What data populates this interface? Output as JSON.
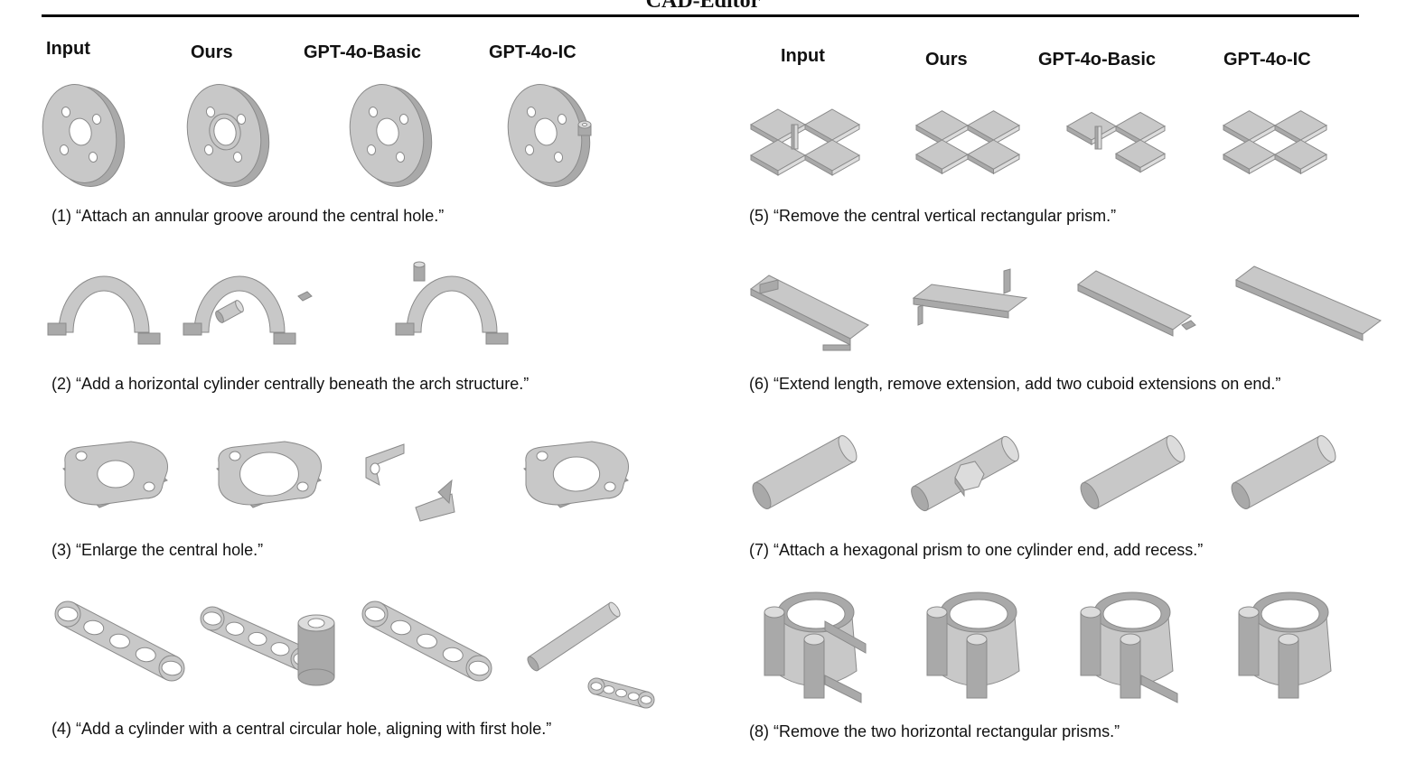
{
  "title": "CAD-Editor",
  "columns": [
    "Input",
    "Ours",
    "GPT-4o-Basic",
    "GPT-4o-IC"
  ],
  "colors": {
    "face": "#c8c8c8",
    "face_light": "#dcdcdc",
    "face_dark": "#a9a9a9",
    "edge": "#8a8a8a",
    "hole": "#ffffff"
  },
  "examples": [
    {
      "id": 1,
      "caption": "(1) “Attach an annular groove around the central hole.”",
      "shapes": [
        {
          "label": "input-disk",
          "icon": "disk"
        },
        {
          "label": "ours-disk-groove",
          "icon": "disk-groove"
        },
        {
          "label": "gpt4o-basic-disk",
          "icon": "disk"
        },
        {
          "label": "gpt4o-ic-disk-peg",
          "icon": "disk-peg"
        }
      ]
    },
    {
      "id": 2,
      "caption": "(2) “Add a horizontal cylinder centrally beneath the arch structure.”",
      "shapes": [
        {
          "label": "input-arch",
          "icon": "arch"
        },
        {
          "label": "ours-arch-cylinder",
          "icon": "arch-cylinder"
        },
        {
          "label": "gpt4o-basic-small",
          "icon": "tiny-block"
        },
        {
          "label": "gpt4o-ic-arch-post",
          "icon": "arch-post"
        }
      ]
    },
    {
      "id": 3,
      "caption": "(3) “Enlarge the central hole.”",
      "shapes": [
        {
          "label": "input-flange",
          "icon": "flange"
        },
        {
          "label": "ours-flange-large-hole",
          "icon": "flange-large"
        },
        {
          "label": "gpt4o-basic-broken",
          "icon": "flange-broken"
        },
        {
          "label": "gpt4o-ic-flange",
          "icon": "flange-medium"
        }
      ]
    },
    {
      "id": 4,
      "caption": "(4) “Add a cylinder with a central circular hole, aligning with first hole.”",
      "shapes": [
        {
          "label": "input-bar-holes",
          "icon": "bar-holes"
        },
        {
          "label": "ours-bar-tube",
          "icon": "bar-tube"
        },
        {
          "label": "gpt4o-basic-bar",
          "icon": "bar-holes"
        },
        {
          "label": "gpt4o-ic-rod-bar",
          "icon": "rod-bar"
        }
      ]
    },
    {
      "id": 5,
      "caption": "(5) “Remove the central vertical rectangular prism.”",
      "shapes": [
        {
          "label": "input-tiles-post",
          "icon": "tiles-post"
        },
        {
          "label": "ours-tiles",
          "icon": "tiles"
        },
        {
          "label": "gpt4o-basic-tiles",
          "icon": "tiles-partial"
        },
        {
          "label": "gpt4o-ic-tiles",
          "icon": "tiles"
        }
      ]
    },
    {
      "id": 6,
      "caption": "(6) “Extend length, remove extension, add two cuboid extensions on end.”",
      "shapes": [
        {
          "label": "input-plate",
          "icon": "plate"
        },
        {
          "label": "ours-tray",
          "icon": "tray"
        },
        {
          "label": "gpt4o-basic-plate",
          "icon": "plate-block"
        },
        {
          "label": "gpt4o-ic-plate",
          "icon": "plate-long"
        }
      ]
    },
    {
      "id": 7,
      "caption": "(7) “Attach a hexagonal prism to one cylinder end, add recess.”",
      "shapes": [
        {
          "label": "input-cylinder",
          "icon": "cylinder"
        },
        {
          "label": "ours-cylinder-hex",
          "icon": "cylinder-hex"
        },
        {
          "label": "gpt4o-basic-cylinder",
          "icon": "cylinder"
        },
        {
          "label": "gpt4o-ic-cylinder",
          "icon": "cylinder"
        }
      ]
    },
    {
      "id": 8,
      "caption": "(8) “Remove the two horizontal rectangular prisms.”",
      "shapes": [
        {
          "label": "input-clip-prisms",
          "icon": "clip-two-prisms"
        },
        {
          "label": "ours-clip",
          "icon": "clip"
        },
        {
          "label": "gpt4o-basic-clip",
          "icon": "clip-one-prism"
        },
        {
          "label": "gpt4o-ic-clip",
          "icon": "clip"
        }
      ]
    }
  ]
}
